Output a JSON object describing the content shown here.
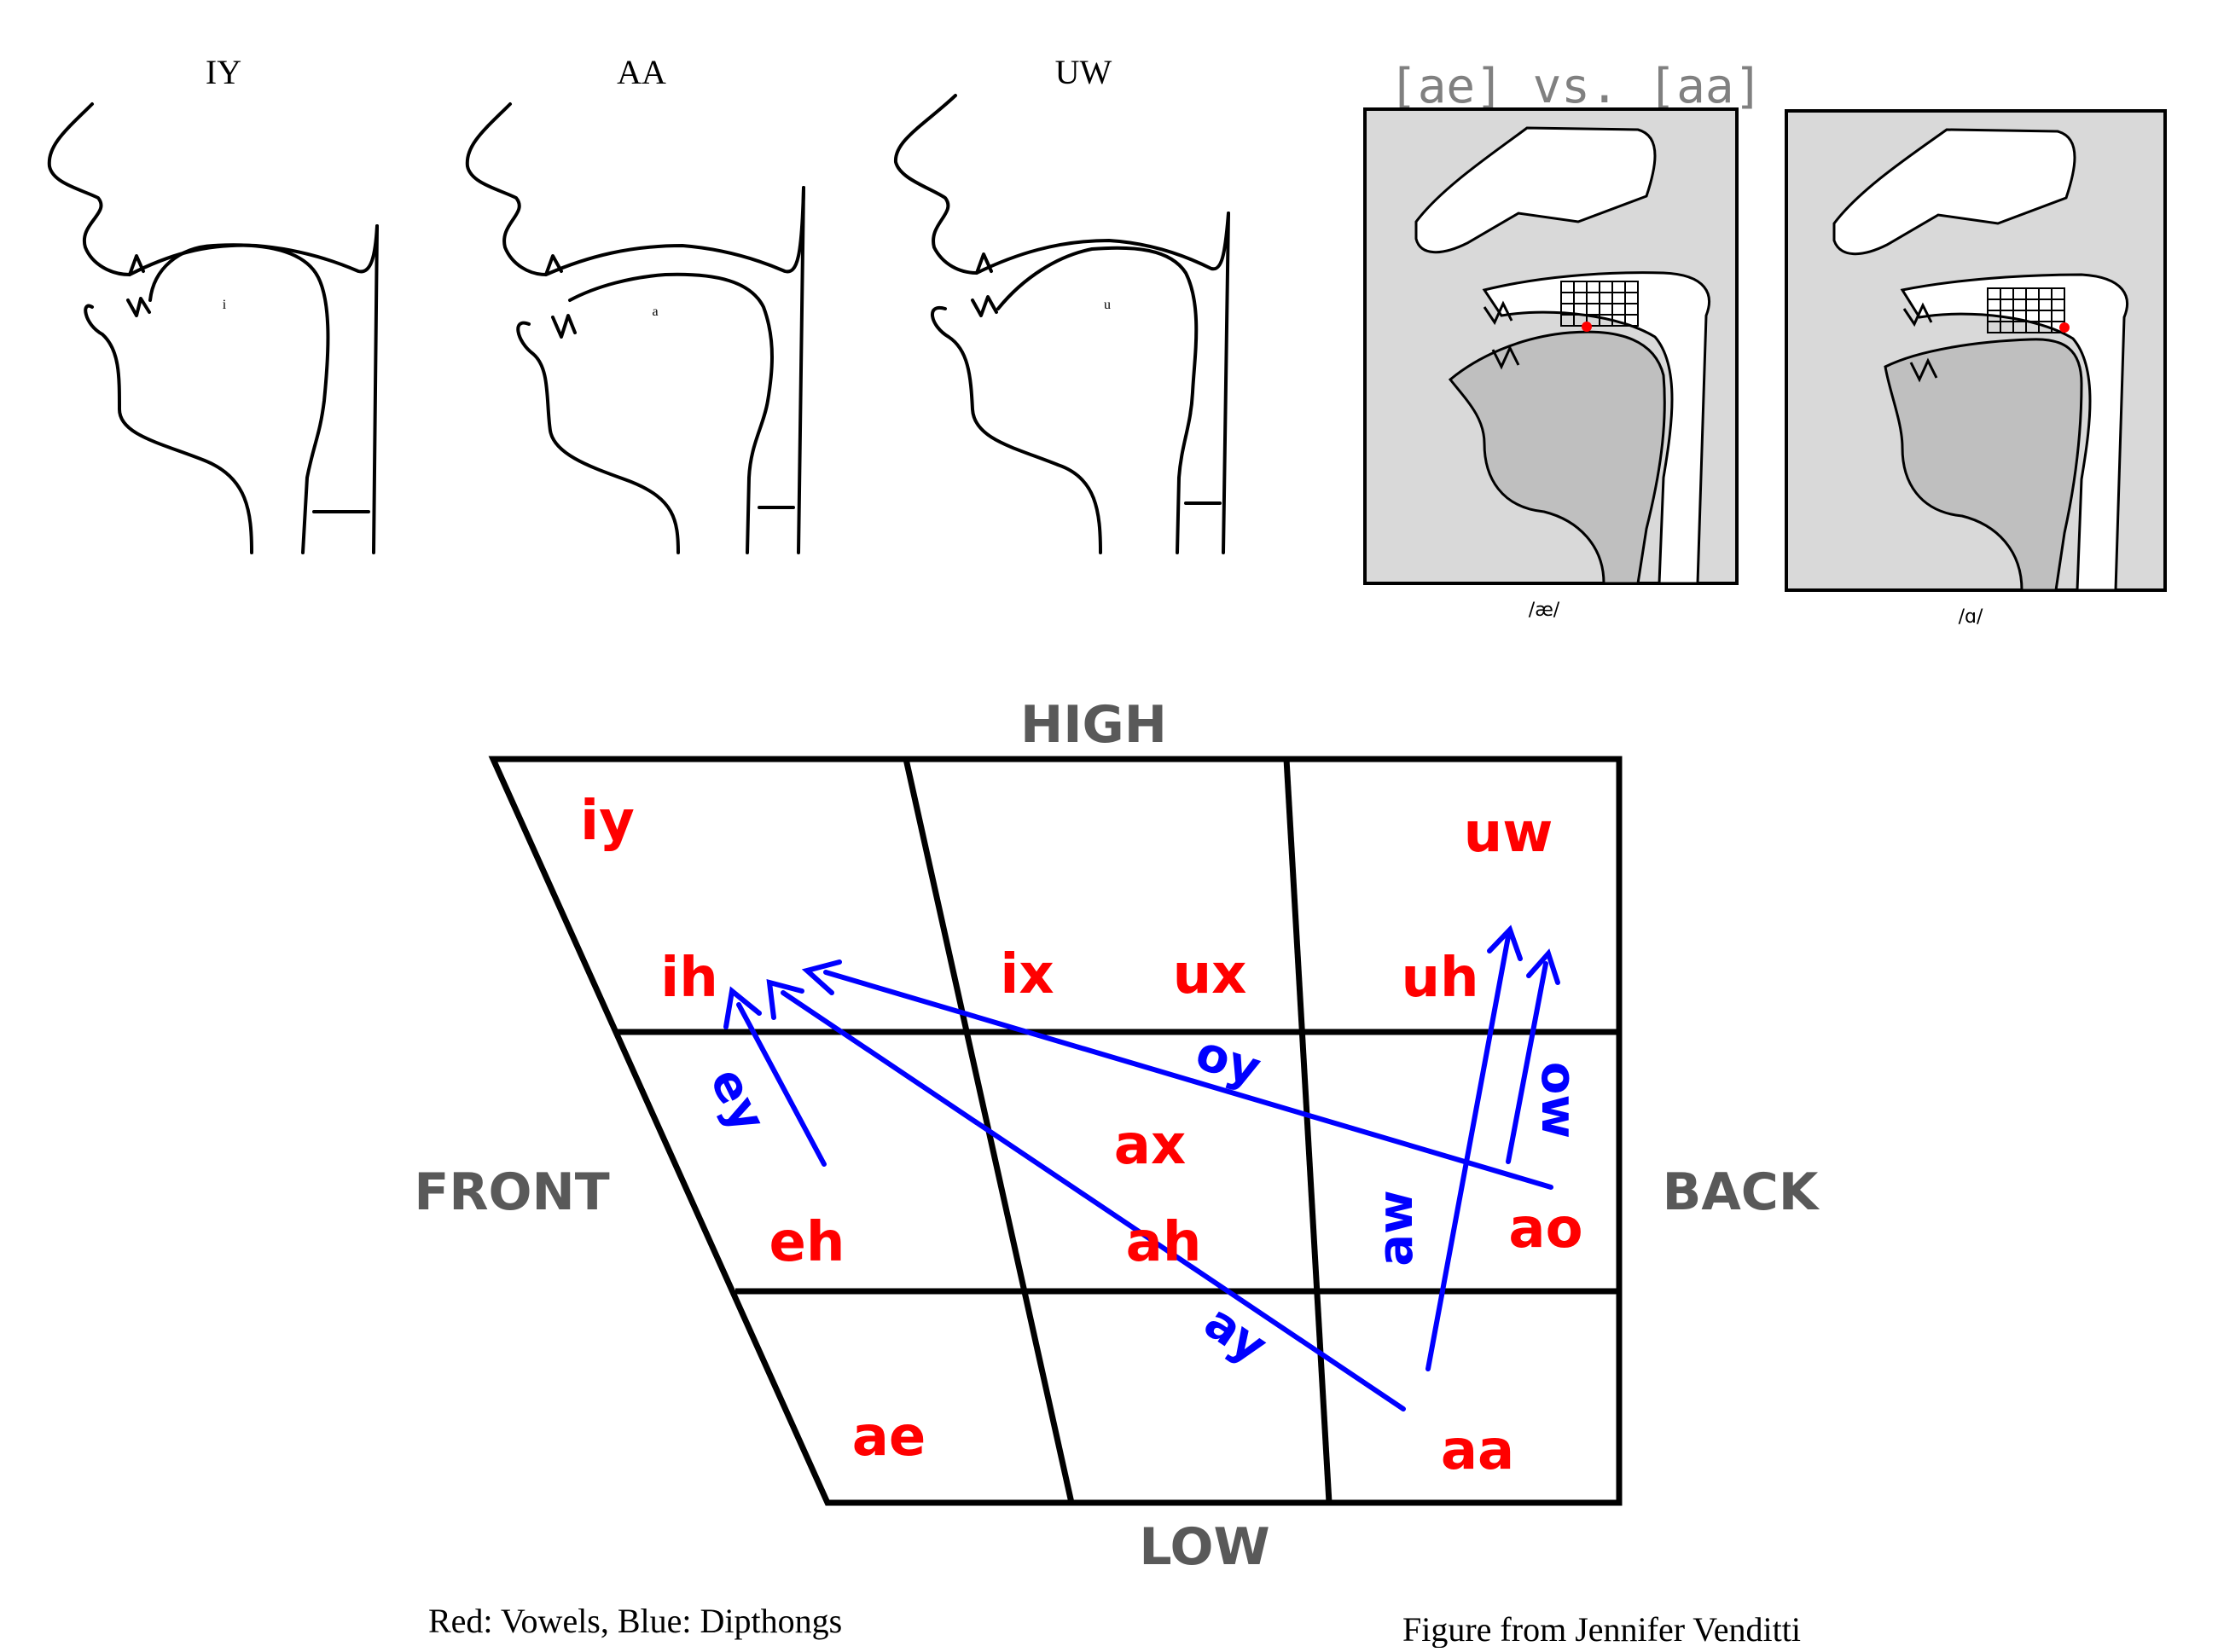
{
  "sagittal_sections": {
    "labels": [
      "IY",
      "AA",
      "UW"
    ],
    "inner_letters": [
      "i",
      "a",
      "u"
    ]
  },
  "comparison": {
    "title": "[ae] vs. [aa]",
    "panel_labels": [
      "/æ/",
      "/ɑ/"
    ]
  },
  "vowel_chart": {
    "axis_labels": {
      "top": "HIGH",
      "bottom": "LOW",
      "left": "FRONT",
      "right": "BACK"
    },
    "vowels": [
      "iy",
      "uw",
      "ih",
      "ix",
      "ux",
      "uh",
      "ax",
      "eh",
      "ah",
      "ao",
      "ae",
      "aa"
    ],
    "diphthongs": [
      "ey",
      "oy",
      "ay",
      "aw",
      "ow"
    ],
    "colors": {
      "vowel": "#ff0000",
      "diphthong": "#0000ff",
      "axis_label": "#595959",
      "grid": "#000000"
    }
  },
  "footer": {
    "legend": "Red: Vowels, Blue: Dipthongs",
    "credit": "Figure from Jennifer Venditti"
  }
}
